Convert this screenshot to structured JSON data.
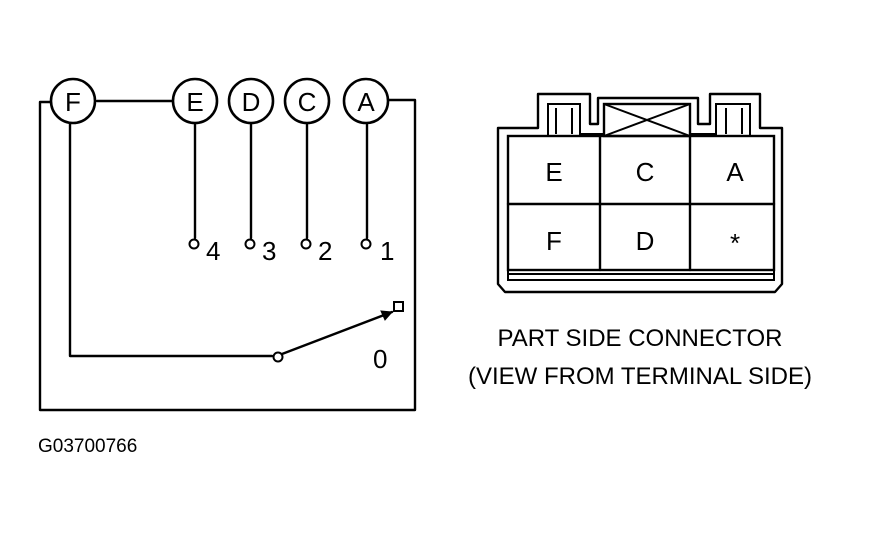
{
  "switch_diagram": {
    "terminals": [
      "F",
      "E",
      "D",
      "C",
      "A"
    ],
    "positions": [
      "4",
      "3",
      "2",
      "1"
    ],
    "off_position": "0"
  },
  "connector": {
    "cells": [
      [
        "E",
        "C",
        "A"
      ],
      [
        "F",
        "D",
        "*"
      ]
    ],
    "caption_line1": "PART SIDE CONNECTOR",
    "caption_line2": "(VIEW FROM TERMINAL SIDE)"
  },
  "figure_code": "G03700766"
}
